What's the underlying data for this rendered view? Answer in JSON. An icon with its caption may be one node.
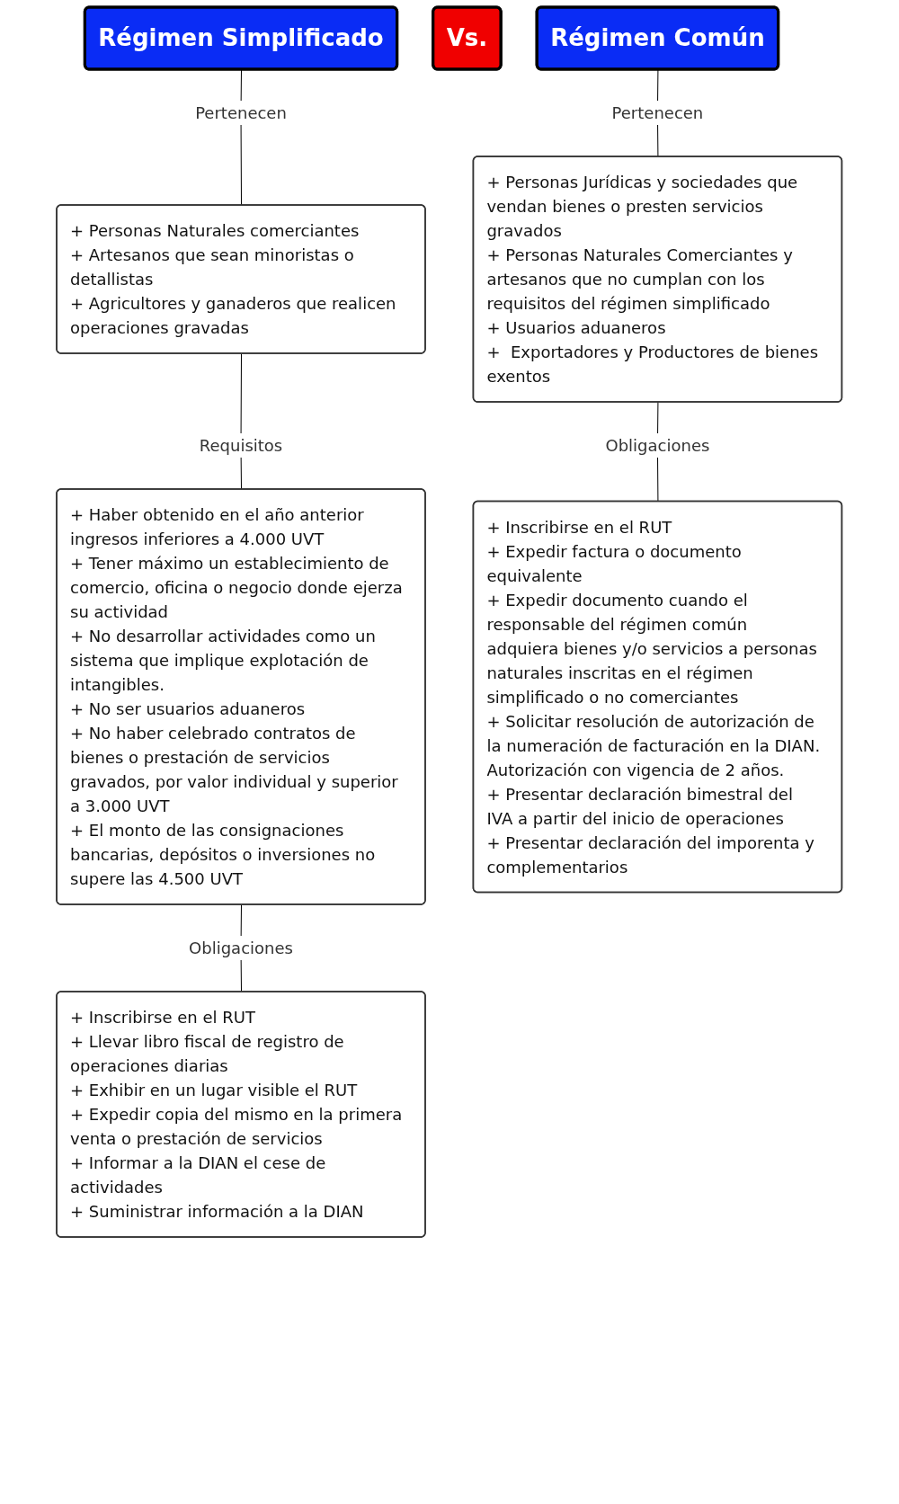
{
  "diagram": {
    "nodes": [
      {
        "text": [
          "Régimen Simplificado"
        ]
      },
      {
        "text": [
          "Vs."
        ]
      },
      {
        "text": [
          "Régimen Común"
        ]
      },
      {
        "text": [
          "+ Personas Naturales comerciantes",
          "+ Artesanos que sean minoristas o detallistas",
          "+ Agricultores y ganaderos que realicen operaciones gravadas"
        ]
      },
      {
        "text": [
          "+ Haber obtenido en el año anterior ingresos inferiores a 4.000 UVT",
          "+ Tener máximo un establecimiento de comercio, oficina o negocio donde ejerza su actividad",
          "+ No desarrollar actividades como un sistema que implique explotación de intangibles.",
          "+ No ser usuarios aduaneros",
          "+ No haber celebrado contratos de bienes o prestación de servicios gravados, por valor individual y superior a 3.000 UVT",
          "+ El monto de las consignaciones bancarias, depósitos o inversiones no supere las 4.500 UVT"
        ]
      },
      {
        "text": [
          "+ Inscribirse en el RUT",
          "+ Llevar libro fiscal de registro de operaciones diarias",
          "+ Exhibir en un lugar visible el RUT",
          "+ Expedir copia del mismo en la primera venta o prestación de servicios",
          "+ Informar a la DIAN el cese de actividades",
          "+ Suministrar información a la DIAN"
        ]
      },
      {
        "text": [
          "+ Personas Jurídicas y sociedades que vendan bienes o presten servicios gravados",
          "+ Personas Naturales Comerciantes y artesanos que no cumplan con los requisitos del régimen simplificado",
          "+ Usuarios aduaneros",
          "+  Exportadores y Productores de bienes exentos"
        ]
      },
      {
        "text": [
          "+ Inscribirse en el RUT",
          "+ Expedir factura o documento equivalente",
          "+ Expedir documento cuando el responsable del régimen común adquiera bienes y/o servicios a personas naturales inscritas en el régimen simplificado o no comerciantes",
          "+ Solicitar resolución de autorización de la numeración de facturación en la DIAN. Autorización con vigencia de 2 años.",
          "+ Presentar declaración bimestral del IVA a partir del inicio de operaciones",
          "+ Presentar declaración del imporenta y complementarios"
        ]
      }
    ],
    "edges": [
      {
        "from": 0,
        "to": 3,
        "arrow": "none",
        "label": "Pertenecen"
      },
      {
        "from": 3,
        "to": 4,
        "arrow": "none",
        "label": "Requisitos"
      },
      {
        "from": 4,
        "to": 5,
        "arrow": "none",
        "label": "Obligaciones"
      },
      {
        "from": 2,
        "to": 6,
        "arrow": "none",
        "label": "Pertenecen"
      },
      {
        "from": 6,
        "to": 7,
        "arrow": "none",
        "label": "Obligaciones"
      }
    ]
  }
}
